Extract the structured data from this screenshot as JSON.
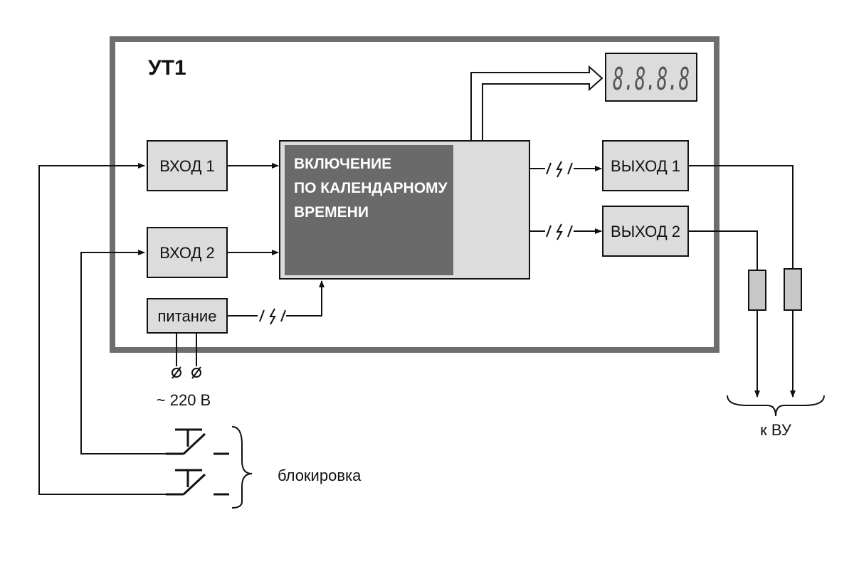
{
  "title": "УТ1",
  "blocks": {
    "input1": "ВХОД 1",
    "input2": "ВХОД 2",
    "power": "питание",
    "main": [
      "ВКЛЮЧЕНИЕ",
      "ПО КАЛЕНДАРНОМУ",
      "ВРЕМЕНИ"
    ],
    "output1": "ВЫХОД 1",
    "output2": "ВЫХОД 2"
  },
  "display": "8.8.8.8",
  "supply_label": "~ 220 В",
  "blocking_label": "блокировка",
  "target_label": "к ВУ",
  "colors": {
    "frame": "#6e6e6e",
    "block_fill": "#dcdcdc",
    "main_dark": "#6a6a6a"
  }
}
